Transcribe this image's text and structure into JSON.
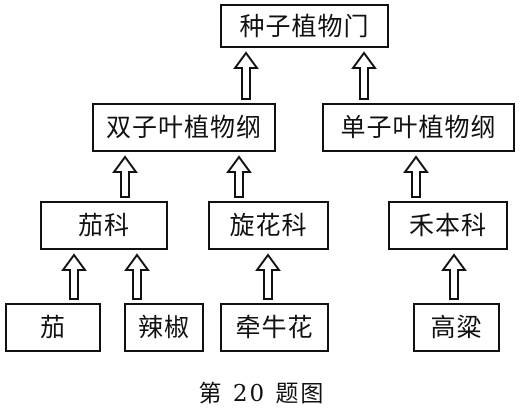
{
  "diagram": {
    "phylum": "种子植物门",
    "classes": {
      "dicot": "双子叶植物纲",
      "monocot": "单子叶植物纲"
    },
    "families": {
      "solanaceae": "茄科",
      "convolvulaceae": "旋花科",
      "poaceae": "禾本科"
    },
    "species": {
      "eggplant": "茄",
      "pepper": "辣椒",
      "morning_glory": "牵牛花",
      "sorghum": "高粱"
    }
  },
  "caption": "第 20 题图"
}
